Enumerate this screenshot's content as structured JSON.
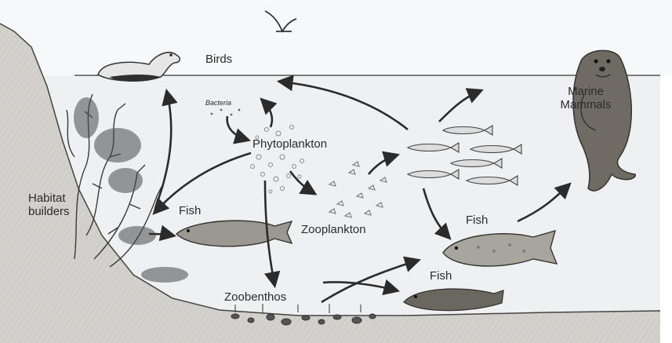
{
  "diagram": {
    "labels": {
      "birds": "Birds",
      "bacteria": "Bacteria",
      "phytoplankton": "Phytoplankton",
      "marine_mammals_line1": "Marine",
      "marine_mammals_line2": "Mammals",
      "habitat_line1": "Habitat",
      "habitat_line2": "builders",
      "fish_left": "Fish",
      "zooplankton": "Zooplankton",
      "fish_right": "Fish",
      "fish_bottom": "Fish",
      "zoobenthos": "Zoobenthos"
    },
    "colors": {
      "water": "#eef0f2",
      "sky": "#f7f8f9",
      "ink": "#2b2b2b",
      "seal": "#6f6b62",
      "seabed": "#c9c7c2"
    }
  }
}
